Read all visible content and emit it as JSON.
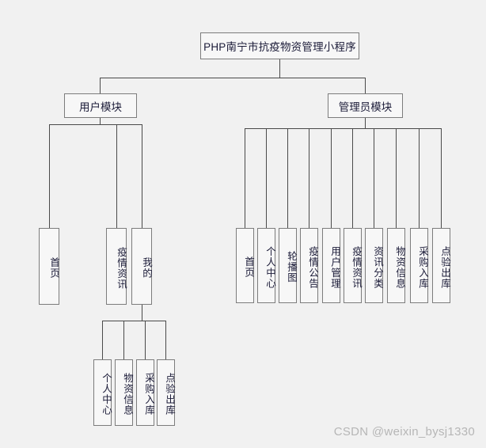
{
  "diagram": {
    "type": "tree",
    "title": "PHP南宁市抗疫物资管理小程序",
    "root": {
      "label": "PHP南宁市抗疫物资管理小程序"
    },
    "modules": [
      {
        "id": "user",
        "label": "用户模块",
        "children": [
          {
            "label": "首页"
          },
          {
            "label": "疫情资讯"
          },
          {
            "label": "我的",
            "children": [
              {
                "label": "个人中心"
              },
              {
                "label": "物资信息"
              },
              {
                "label": "采购入库"
              },
              {
                "label": "点验出库"
              }
            ]
          }
        ]
      },
      {
        "id": "admin",
        "label": "管理员模块",
        "children": [
          {
            "label": "首页"
          },
          {
            "label": "个人中心"
          },
          {
            "label": "轮播图"
          },
          {
            "label": "疫情公告"
          },
          {
            "label": "用户管理"
          },
          {
            "label": "疫情资讯"
          },
          {
            "label": "资讯分类"
          },
          {
            "label": "物资信息"
          },
          {
            "label": "采购入库"
          },
          {
            "label": "点验出库"
          }
        ]
      }
    ]
  },
  "watermark": {
    "text": "CSDN @weixin_bysj1330"
  },
  "colors": {
    "background": "#f1f1f1",
    "box_fill": "#f7f7f7",
    "box_border": "#7c7c7c",
    "line": "#4a4a4a",
    "text": "#1b1b38",
    "watermark": "#b6b6b6"
  }
}
